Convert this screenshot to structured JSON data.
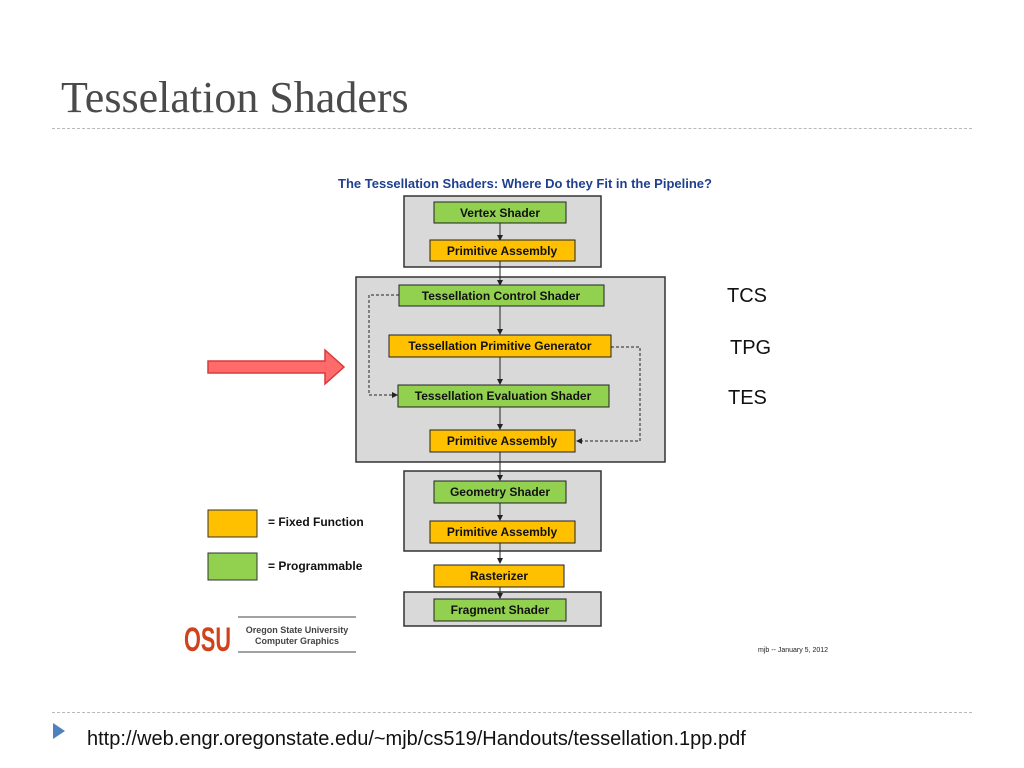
{
  "slide": {
    "title": "Tesselation Shaders",
    "link": "http://web.engr.oregonstate.edu/~mjb/cs519/Handouts/tessellation.1pp.pdf"
  },
  "diagram": {
    "title": "The Tessellation Shaders:  Where Do they Fit in the Pipeline?",
    "nodes": {
      "vertex_shader": "Vertex Shader",
      "primitive_assembly_1": "Primitive Assembly",
      "tcs": "Tessellation Control Shader",
      "tpg": "Tessellation Primitive Generator",
      "tes": "Tessellation Evaluation Shader",
      "primitive_assembly_2": "Primitive Assembly",
      "geometry_shader": "Geometry Shader",
      "primitive_assembly_3": "Primitive Assembly",
      "rasterizer": "Rasterizer",
      "fragment_shader": "Fragment Shader"
    },
    "legend": {
      "fixed": "= Fixed Function",
      "programmable": "= Programmable"
    },
    "colors": {
      "fixed_function": "#ffc000",
      "programmable": "#92d050",
      "group_background": "#d9d9d9",
      "arrow": "#ff6b6b"
    },
    "logo": {
      "mark": "OSU",
      "line1": "Oregon State University",
      "line2": "Computer Graphics"
    },
    "credit": "mjb -- January 5, 2012"
  },
  "labels": {
    "tcs": "TCS",
    "tpg": "TPG",
    "tes": "TES"
  }
}
